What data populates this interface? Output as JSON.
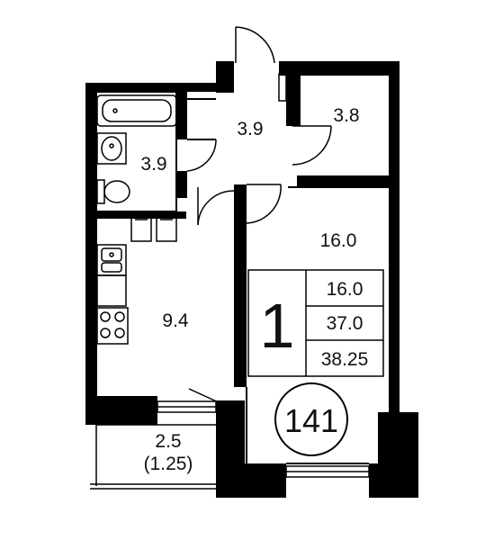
{
  "rooms": {
    "hall_area": "3.9",
    "bathroom_area": "3.9",
    "storage_area": "3.8",
    "living_area": "16.0",
    "kitchen_area": "9.4",
    "balcony_area": "2.5",
    "balcony_reduced_area": "(1.25)"
  },
  "summary": {
    "rooms_count": "1",
    "living_total": "16.0",
    "total_area": "37.0",
    "total_with_balcony": "38.25"
  },
  "apartment_number": "141",
  "colors": {
    "wall": "#000000",
    "line": "#1a1a1a",
    "background": "#ffffff"
  },
  "icons": [
    "bathtub-icon",
    "washbasin-icon",
    "toilet-icon",
    "sink-icon",
    "stove-icon",
    "door-swing-icon",
    "window-icon"
  ]
}
